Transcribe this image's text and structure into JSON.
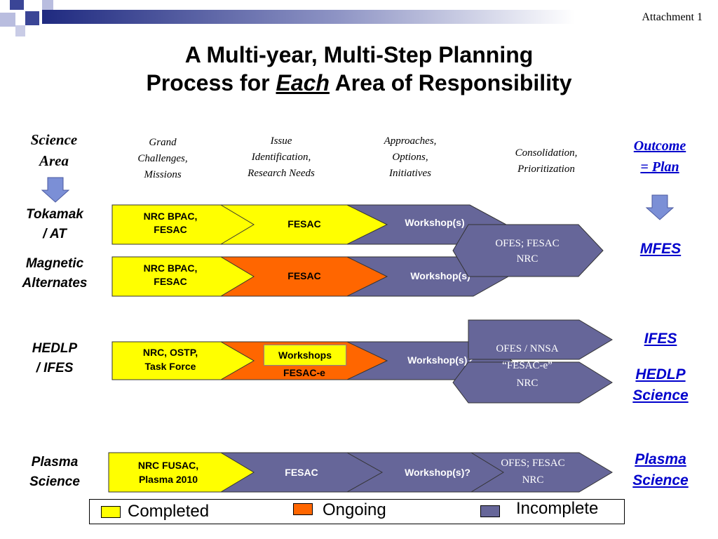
{
  "attachment": "Attachment 1",
  "title": {
    "line1": "A Multi-year, Multi-Step Planning",
    "line2_before": "Process for ",
    "line2_emph": "Each",
    "line2_after": " Area of Responsibility"
  },
  "side_header": {
    "line1": "Science",
    "line2": "Area"
  },
  "columns": [
    {
      "lines": [
        "Grand",
        "Challenges,",
        "Missions"
      ]
    },
    {
      "lines": [
        "Issue",
        "Identification,",
        "Research Needs"
      ]
    },
    {
      "lines": [
        "Approaches,",
        "Options,",
        "Initiatives"
      ]
    },
    {
      "lines": [
        "Consolidation,",
        "Prioritization"
      ]
    }
  ],
  "outcome": {
    "line1": "Outcome",
    "line2": "= Plan"
  },
  "rows": [
    {
      "label": [
        "Tokamak",
        "/ AT"
      ],
      "step1": [
        "NRC BPAC,",
        "FESAC"
      ],
      "step2": "FESAC",
      "step3": "Workshop(s)"
    },
    {
      "label": [
        "Magnetic",
        "Alternates"
      ],
      "step1": [
        "NRC BPAC,",
        "FESAC"
      ],
      "step2": "FESAC",
      "step3": "Workshop(s)"
    },
    {
      "label": [
        "HEDLP",
        "/ IFES"
      ],
      "step1": [
        "NRC, OSTP,",
        "Task Force"
      ],
      "step2": "FESAC-e",
      "step2_box": "Workshops",
      "step3": "Workshop(s)?"
    },
    {
      "label": [
        "Plasma",
        "Science"
      ],
      "step1": [
        "NRC FUSAC,",
        "Plasma 2010"
      ],
      "step2": "FESAC",
      "step3": "Workshop(s)?"
    }
  ],
  "consolidations": [
    {
      "lines": [
        "OFES; FESAC",
        "NRC"
      ]
    },
    {
      "lines": [
        "OFES / NNSA",
        "“FESAC-e”",
        "NRC"
      ]
    },
    {
      "lines": [
        "OFES; FESAC",
        "NRC"
      ]
    }
  ],
  "results": {
    "mfes": "MFES",
    "ifes": "IFES",
    "hedlp": [
      "HEDLP",
      "Science"
    ],
    "plasma": [
      "Plasma",
      "Science"
    ]
  },
  "legend": [
    {
      "label": "Completed",
      "color": "#ffff00"
    },
    {
      "label": "Ongoing",
      "color": "#ff6600"
    },
    {
      "label": "Incomplete",
      "color": "#666699"
    }
  ],
  "colors": {
    "completed": "#ffff00",
    "ongoing": "#ff6600",
    "incomplete": "#666699",
    "link": "#0000cc",
    "arrow": "#7b8fd6"
  }
}
